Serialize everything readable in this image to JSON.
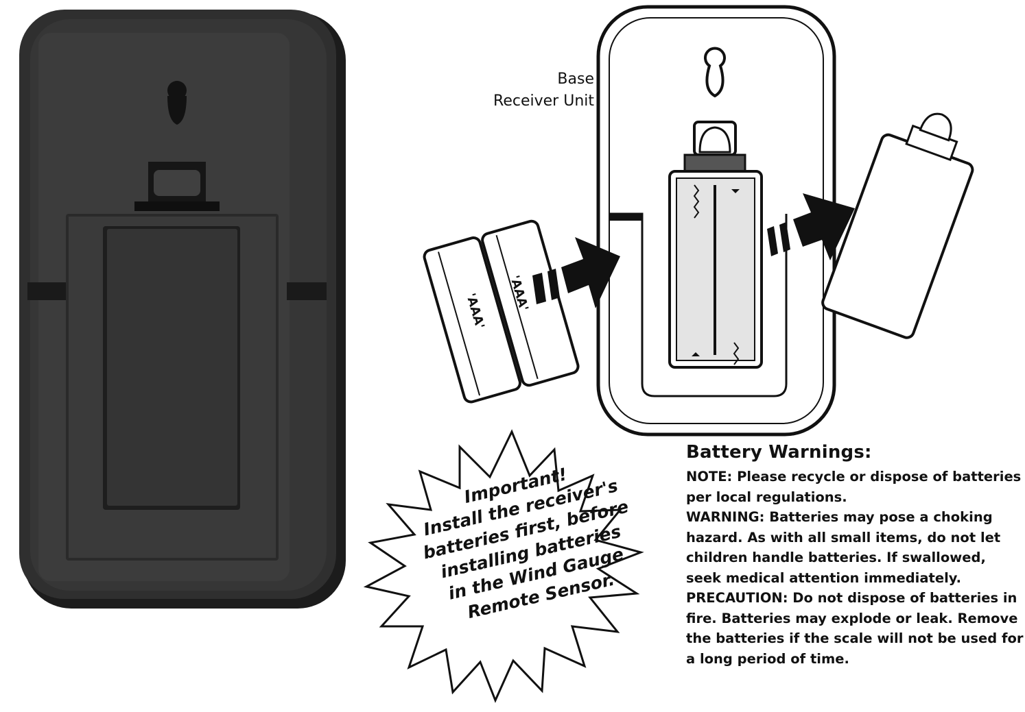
{
  "diagram": {
    "unit_label_line1": "Base",
    "unit_label_line2": "Receiver Unit",
    "battery_label_left": "'AAA'",
    "battery_label_right": "'AAA'"
  },
  "notice": {
    "lines": [
      "Important!",
      "Install the receiver's",
      "batteries first, before",
      "installing batteries",
      "in the Wind Gauge",
      "Remote Sensor."
    ]
  },
  "warnings": {
    "heading": "Battery Warnings:",
    "note": "NOTE: Please recycle or dispose of batteries per local regulations.",
    "warning": "WARNING: Batteries may pose a choking hazard. As with all small items, do not let children handle batteries. If swallowed, seek medical attention immediately.",
    "precaution": "PRECAUTION: Do not dispose of batteries in fire. Batteries may explode or leak. Remove the batteries if the scale will not be used for a long period of time."
  },
  "colors": {
    "device_body": "#2e2e2e",
    "device_panel": "#3b3b3b",
    "line_art": "#111111",
    "background": "#ffffff"
  }
}
